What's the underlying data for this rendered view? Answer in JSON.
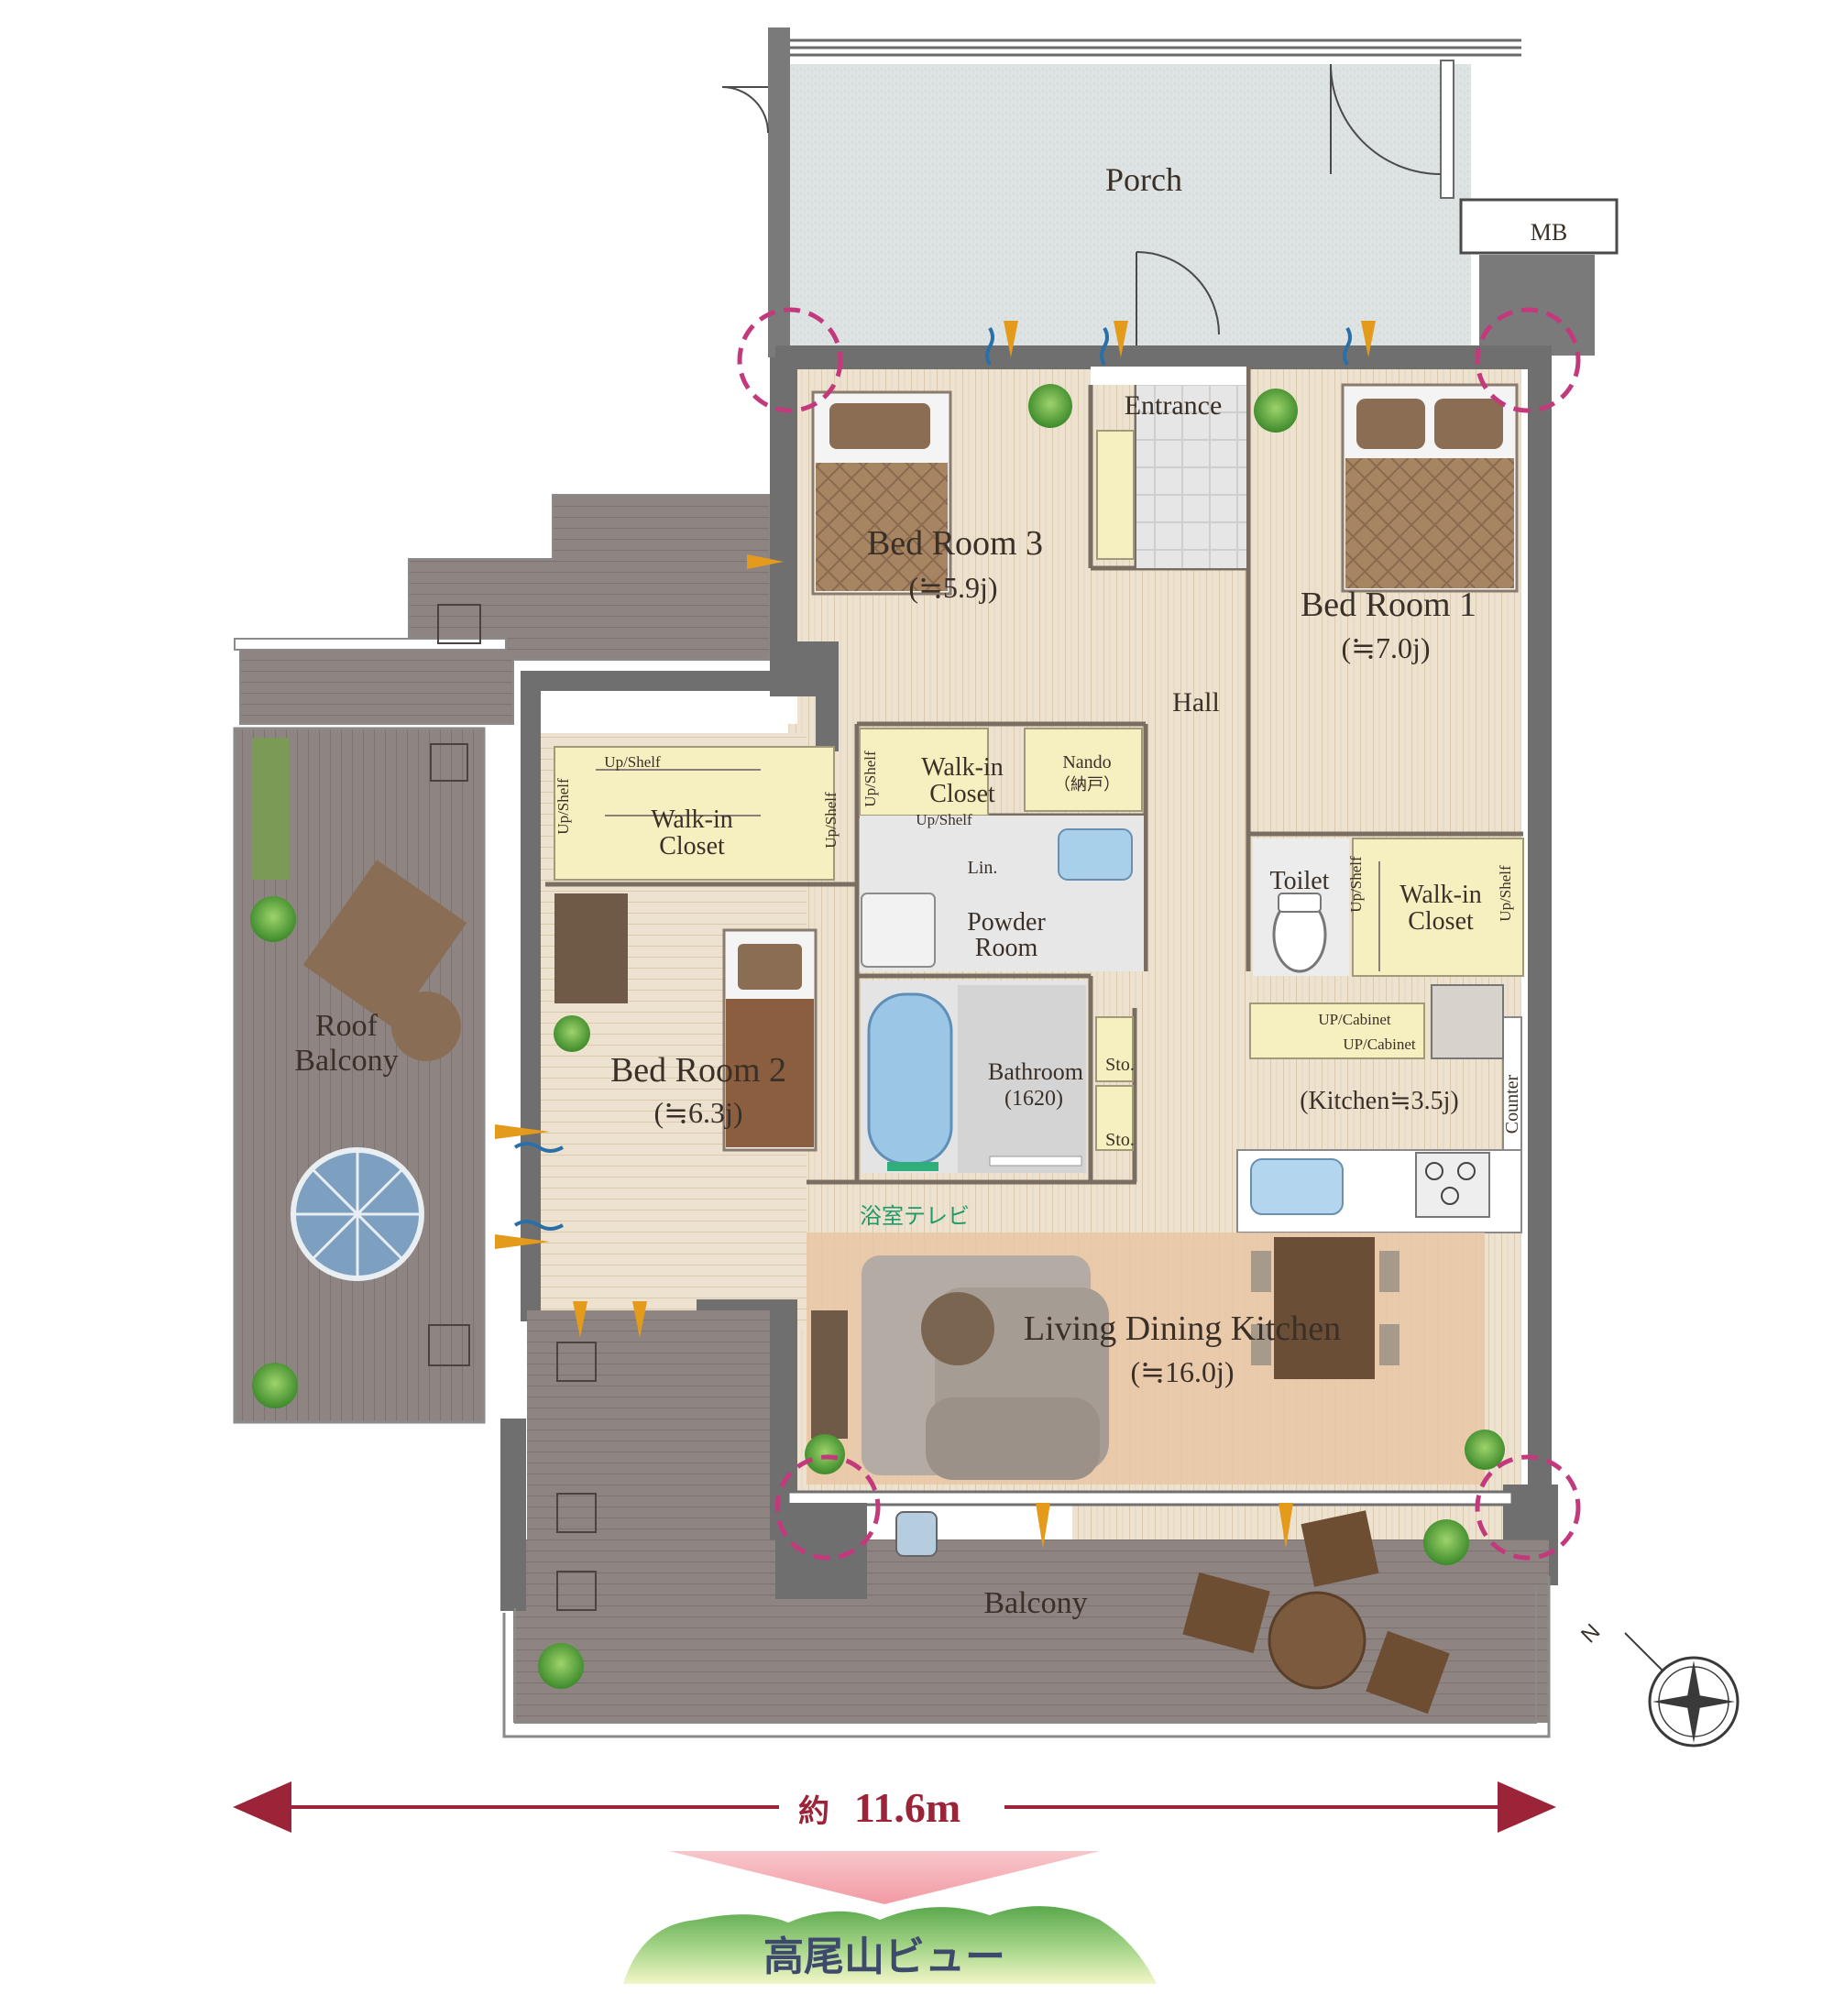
{
  "colors": {
    "wall": "#6f6f6f",
    "floor_wood": "#ece0cc",
    "porch": "#dfe3e3",
    "deck": "#8f8683",
    "closet": "#f6efbf",
    "rug": "#e9c8a6",
    "tile": "#e4e4e4",
    "dimension": "#9c2438",
    "view_arrow": "#f6b7bd",
    "pillar_marker": "#c23a7c",
    "window_wind": "#2a6fa8",
    "window_sun": "#e49a1a",
    "bath_tv": "#1f9a6a",
    "mountain": "#7dbf6f"
  },
  "rooms": {
    "porch": "Porch",
    "mb": "MB",
    "entrance": "Entrance",
    "hall": "Hall",
    "bed3": {
      "name": "Bed Room 3",
      "area": "(≒5.9j)"
    },
    "bed1": {
      "name": "Bed Room 1",
      "area": "(≒7.0j)"
    },
    "bed2": {
      "name": "Bed Room 2",
      "area": "(≒6.3j)"
    },
    "wic_left": {
      "line1": "Walk-in",
      "line2": "Closet"
    },
    "wic_center": {
      "line1": "Walk-in",
      "line2": "Closet"
    },
    "wic_right": {
      "line1": "Walk-in",
      "line2": "Closet"
    },
    "nando": {
      "line1": "Nando",
      "line2": "（納戸）"
    },
    "lin": "Lin.",
    "powder": {
      "line1": "Powder",
      "line2": "Room"
    },
    "toilet": "Toilet",
    "bathroom": {
      "line1": "Bathroom",
      "line2": "(1620)"
    },
    "bath_tv": "浴室テレビ",
    "sto1": "Sto.",
    "sto2": "Sto.",
    "kitchen": "(Kitchen≒3.5j)",
    "counter": "Counter",
    "up_cabinet_1": "UP/Cabinet",
    "up_cabinet_2": "UP/Cabinet",
    "ldk": {
      "name": "Living Dining Kitchen",
      "area": "(≒16.0j)"
    },
    "roof_balcony": {
      "line1": "Roof",
      "line2": "Balcony"
    },
    "balcony": "Balcony"
  },
  "shelves": {
    "up_shelf": "Up/Shelf"
  },
  "compass": {
    "north": "N"
  },
  "dimension": {
    "prefix": "約",
    "value": "11.6m"
  },
  "view_label": "高尾山ビュー"
}
